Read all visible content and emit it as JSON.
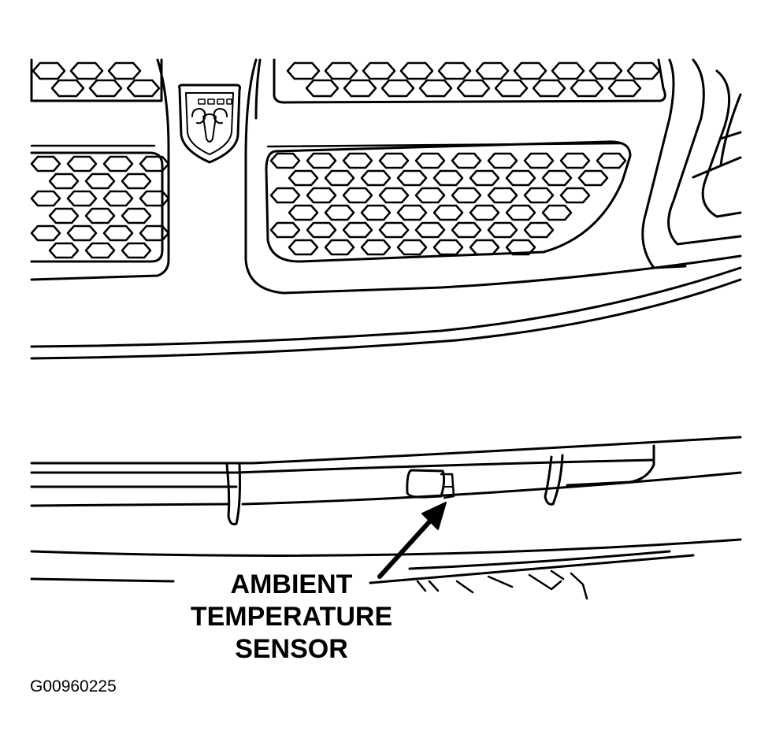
{
  "diagram": {
    "callout": {
      "lines": [
        "AMBIENT",
        "TEMPERATURE",
        "SENSOR"
      ]
    },
    "figure_id": "G00960225",
    "emblem": {
      "icon": "ram-head-icon"
    },
    "colors": {
      "ink": "#000000",
      "paper": "#ffffff"
    }
  }
}
